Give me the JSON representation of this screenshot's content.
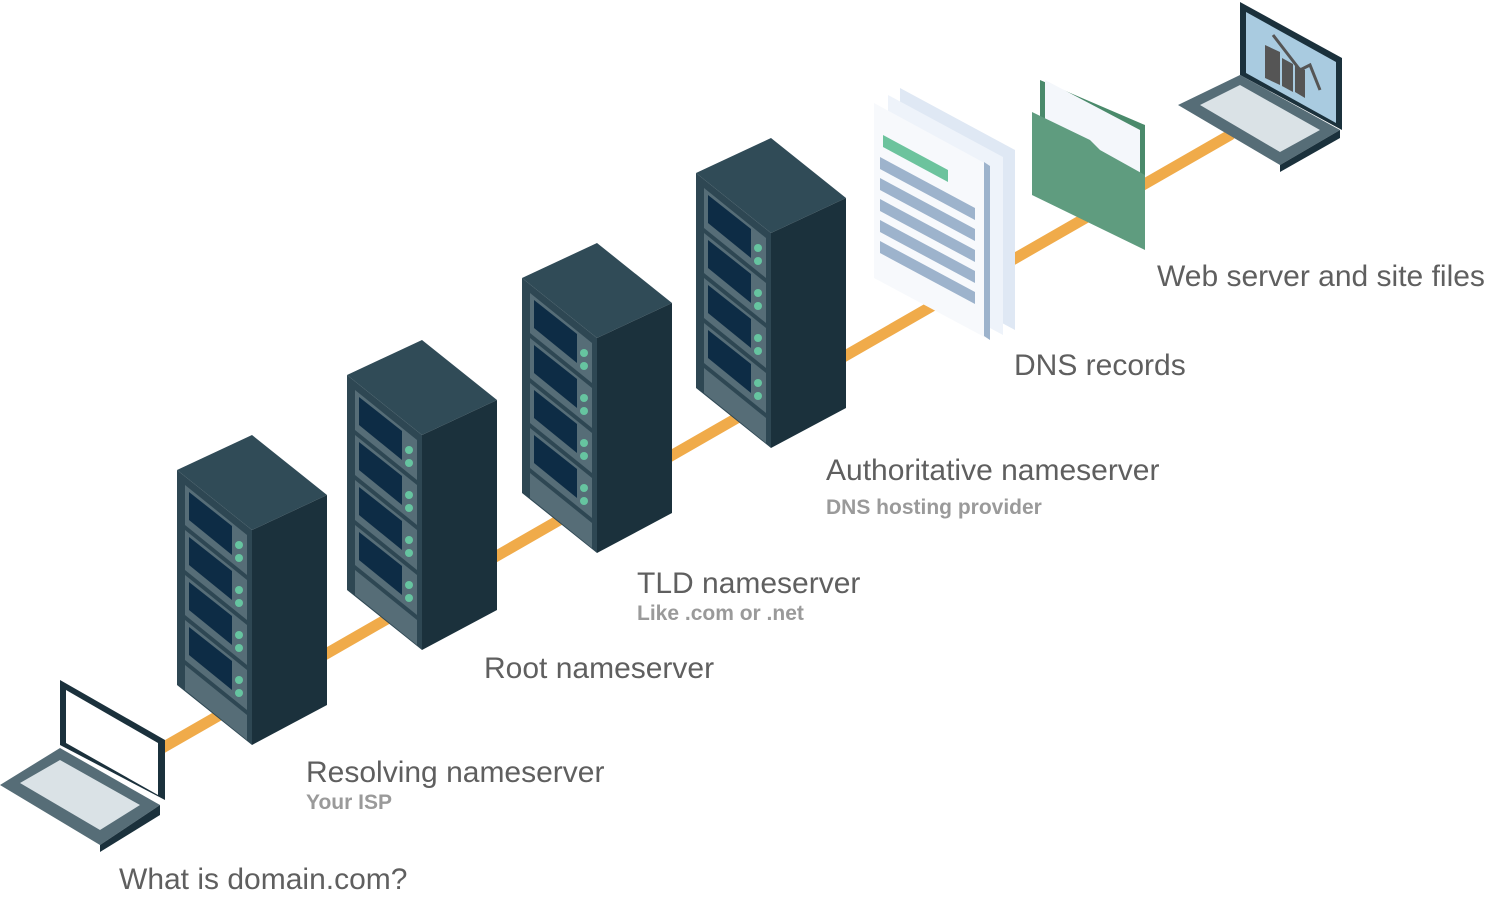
{
  "diagram": {
    "title": "DNS resolution path",
    "colors": {
      "connector": "#f0ab4a",
      "server_front": "#2e4753",
      "server_side": "#1b313c",
      "server_top": "#304b57",
      "panel": "#566d77",
      "window": "#0d2c45",
      "led": "#66c4a0",
      "folder": "#5f9c7f",
      "doc_line": "#9db3cc",
      "doc_accent": "#6cc39d",
      "label": "#5f5f5f",
      "sublabel": "#9a9a9a"
    },
    "nodes": [
      {
        "id": "client",
        "icon": "laptop-icon",
        "label": "What is domain.com?",
        "sublabel": ""
      },
      {
        "id": "resolver",
        "icon": "server-rack-icon",
        "label": "Resolving nameserver",
        "sublabel": "Your ISP"
      },
      {
        "id": "root",
        "icon": "server-rack-icon",
        "label": "Root nameserver",
        "sublabel": ""
      },
      {
        "id": "tld",
        "icon": "server-rack-icon",
        "label": "TLD nameserver",
        "sublabel": "Like .com or .net"
      },
      {
        "id": "authoritative",
        "icon": "server-rack-icon",
        "label": "Authoritative nameserver",
        "sublabel": "DNS hosting provider"
      },
      {
        "id": "records",
        "icon": "document-stack-icon",
        "label": "DNS records",
        "sublabel": ""
      },
      {
        "id": "webserver",
        "icon": "folder-laptop-icon",
        "label": "Web server and site files",
        "sublabel": ""
      }
    ]
  }
}
